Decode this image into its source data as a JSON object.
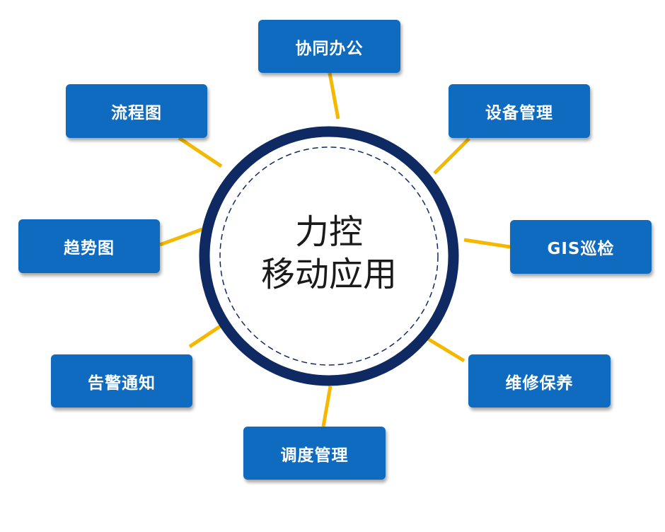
{
  "center": {
    "line1": "力控",
    "line2": "移动应用"
  },
  "nodes": [
    {
      "id": "collab",
      "label": "协同办公"
    },
    {
      "id": "equipment",
      "label": "设备管理"
    },
    {
      "id": "gis",
      "label": "GIS巡检"
    },
    {
      "id": "maintenance",
      "label": "维修保养"
    },
    {
      "id": "dispatch",
      "label": "调度管理"
    },
    {
      "id": "alarm",
      "label": "告警通知"
    },
    {
      "id": "trend",
      "label": "趋势图"
    },
    {
      "id": "flow",
      "label": "流程图"
    }
  ],
  "colors": {
    "box": "#0e6bbf",
    "connector": "#f5b800",
    "ring": "#0f2a63"
  }
}
